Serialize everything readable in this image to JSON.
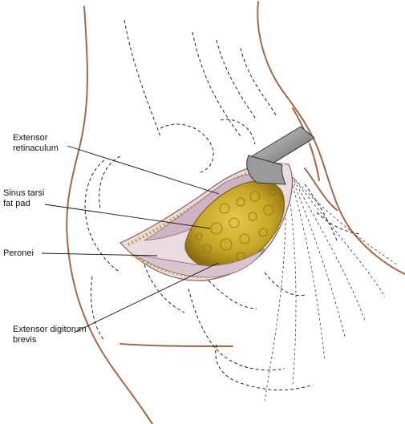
{
  "labels": {
    "extensor_retinaculum": [
      "Extensor",
      "retinaculum"
    ],
    "sinus_tarsi_fat_pad": [
      "Sinus tarsi",
      "fat pad"
    ],
    "peronei": [
      "Peronei"
    ],
    "extensor_digitorum_brevis": [
      "Extensor digitorum",
      "brevis"
    ]
  },
  "colors": {
    "skin_outline": "#a0684a",
    "fat_pad": "#c9a827",
    "fat_pad_dark": "#8a6e10",
    "incision_edge": "#b7957e",
    "tissue": "#d8c4d0",
    "retractor": "#8e8e8e",
    "leader_line": "#111111"
  },
  "icons": [
    "retractor-icon"
  ]
}
